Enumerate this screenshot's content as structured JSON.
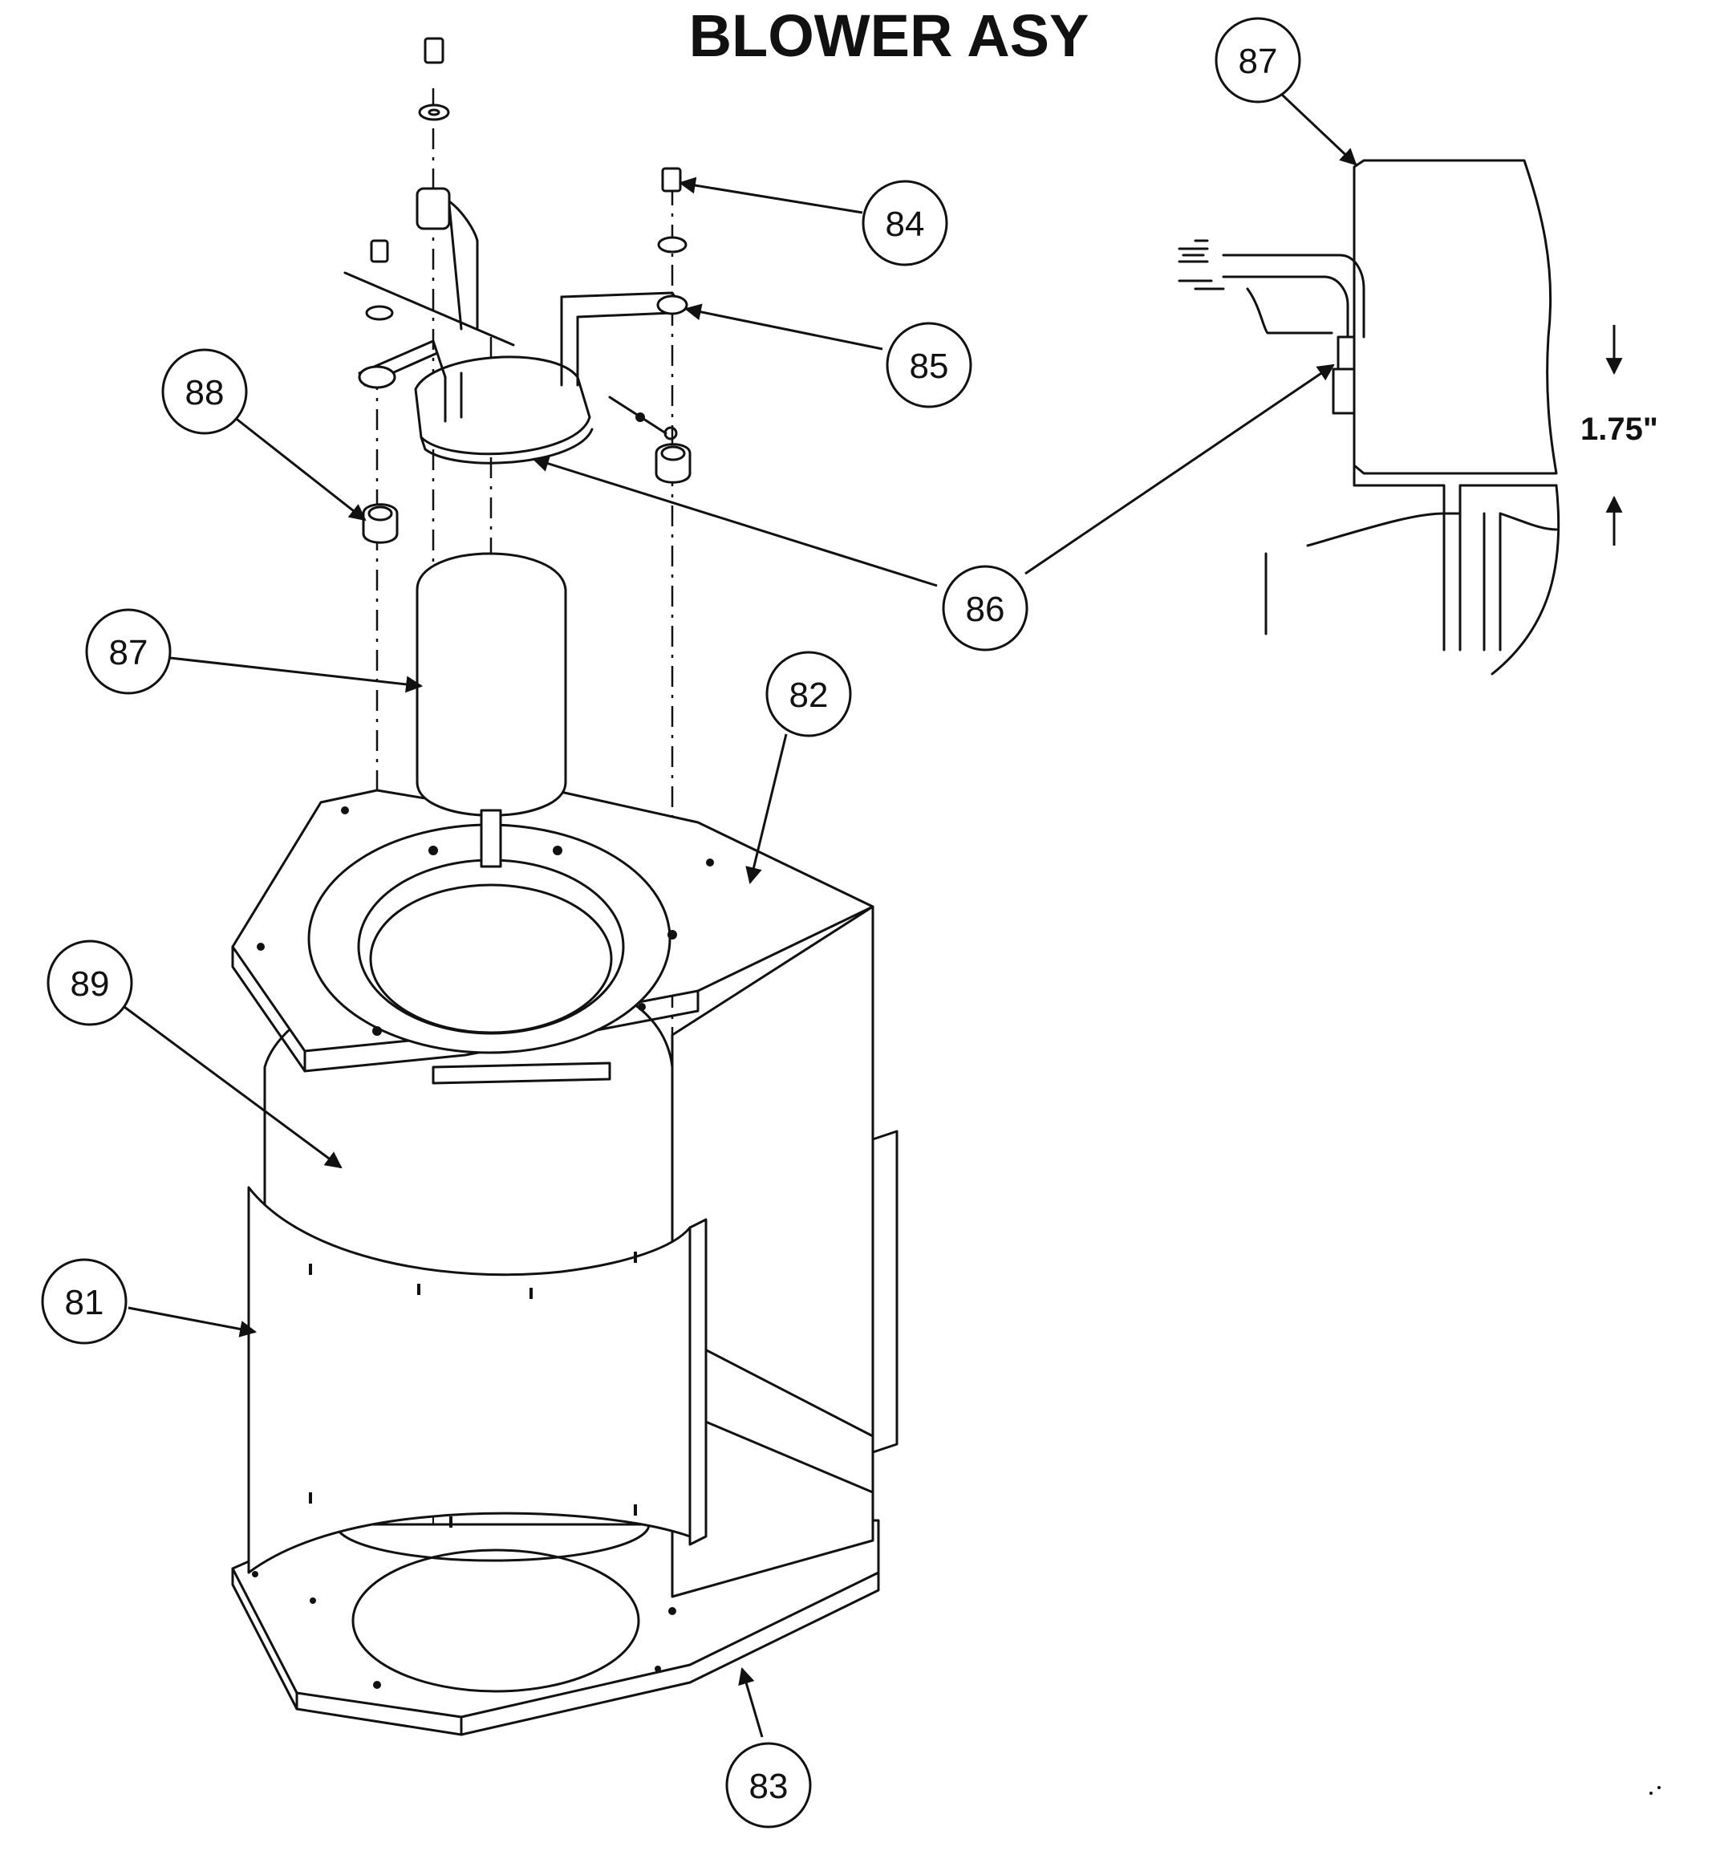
{
  "title": "BLOWER ASY",
  "dimension": "1.75\"",
  "callouts": [
    {
      "id": "callout-84",
      "label": "84"
    },
    {
      "id": "callout-85",
      "label": "85"
    },
    {
      "id": "callout-86",
      "label": "86"
    },
    {
      "id": "callout-87-detail",
      "label": "87"
    },
    {
      "id": "callout-87",
      "label": "87"
    },
    {
      "id": "callout-88",
      "label": "88"
    },
    {
      "id": "callout-82",
      "label": "82"
    },
    {
      "id": "callout-89",
      "label": "89"
    },
    {
      "id": "callout-81",
      "label": "81"
    },
    {
      "id": "callout-83",
      "label": "83"
    }
  ]
}
